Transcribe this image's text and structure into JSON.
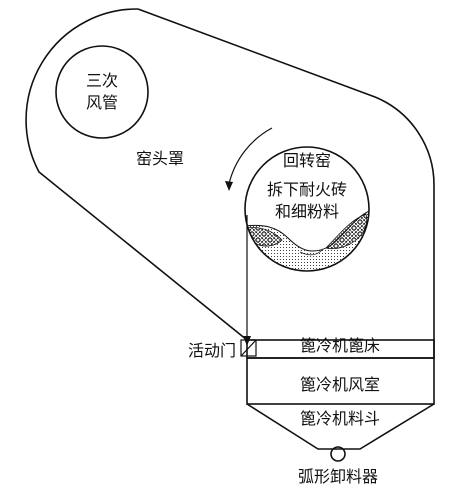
{
  "labels": {
    "tertiary_air_duct_line1": "三次",
    "tertiary_air_duct_line2": "风管",
    "kiln_hood": "窑头罩",
    "rotary_kiln": "回转窑",
    "removed_bricks_line1": "拆下耐火砖",
    "removed_bricks_line2": "和细粉料",
    "movable_door": "活动门",
    "grate_bed": "篦冷机篦床",
    "air_chamber": "篦冷机风室",
    "hopper": "篦冷机料斗",
    "arc_discharger": "弧形卸料器"
  }
}
